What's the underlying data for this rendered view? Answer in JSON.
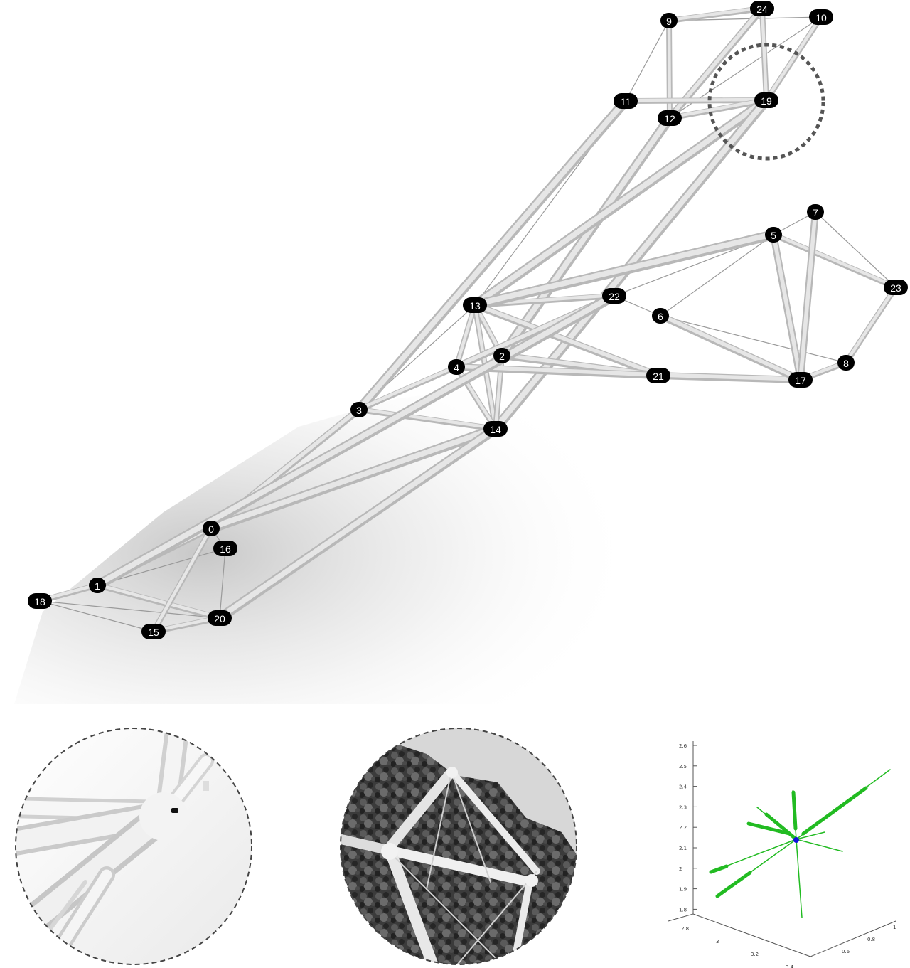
{
  "colors": {
    "node_badge": "#000000",
    "node_text": "#ffffff",
    "member_fill": "#e6e6e6",
    "member_shade": "#b8b8b8",
    "cable": "#9a9a9a",
    "detail_ring": "#555555",
    "plot_member": "#22bb22",
    "plot_node": "#1010dd"
  },
  "nodes": [
    {
      "id": "0"
    },
    {
      "id": "1"
    },
    {
      "id": "2"
    },
    {
      "id": "3"
    },
    {
      "id": "4"
    },
    {
      "id": "5"
    },
    {
      "id": "6"
    },
    {
      "id": "7"
    },
    {
      "id": "8"
    },
    {
      "id": "9"
    },
    {
      "id": "10"
    },
    {
      "id": "11"
    },
    {
      "id": "12"
    },
    {
      "id": "13"
    },
    {
      "id": "14"
    },
    {
      "id": "15"
    },
    {
      "id": "16"
    },
    {
      "id": "17"
    },
    {
      "id": "18"
    },
    {
      "id": "19"
    },
    {
      "id": "20"
    },
    {
      "id": "21"
    },
    {
      "id": "22"
    },
    {
      "id": "23"
    },
    {
      "id": "24"
    }
  ],
  "struts": [
    [
      "24",
      "12"
    ],
    [
      "9",
      "12"
    ],
    [
      "9",
      "24"
    ],
    [
      "24",
      "19"
    ],
    [
      "10",
      "19"
    ],
    [
      "11",
      "19"
    ],
    [
      "12",
      "19"
    ],
    [
      "12",
      "2"
    ],
    [
      "19",
      "13"
    ],
    [
      "19",
      "14"
    ],
    [
      "11",
      "3"
    ],
    [
      "13",
      "22"
    ],
    [
      "13",
      "2"
    ],
    [
      "13",
      "4"
    ],
    [
      "13",
      "14"
    ],
    [
      "13",
      "21"
    ],
    [
      "13",
      "5"
    ],
    [
      "22",
      "2"
    ],
    [
      "22",
      "4"
    ],
    [
      "2",
      "21"
    ],
    [
      "2",
      "14"
    ],
    [
      "4",
      "14"
    ],
    [
      "4",
      "21"
    ],
    [
      "21",
      "17"
    ],
    [
      "5",
      "17"
    ],
    [
      "5",
      "23"
    ],
    [
      "7",
      "17"
    ],
    [
      "23",
      "8"
    ],
    [
      "8",
      "17"
    ],
    [
      "6",
      "17"
    ],
    [
      "3",
      "14"
    ],
    [
      "3",
      "4"
    ],
    [
      "3",
      "0"
    ],
    [
      "14",
      "0"
    ],
    [
      "14",
      "20"
    ],
    [
      "0",
      "1"
    ],
    [
      "1",
      "20"
    ],
    [
      "20",
      "15"
    ],
    [
      "0",
      "15"
    ],
    [
      "22",
      "1"
    ],
    [
      "1",
      "18"
    ]
  ],
  "cables": [
    [
      "9",
      "11"
    ],
    [
      "9",
      "10"
    ],
    [
      "10",
      "12"
    ],
    [
      "11",
      "13"
    ],
    [
      "13",
      "3"
    ],
    [
      "22",
      "6"
    ],
    [
      "6",
      "5"
    ],
    [
      "6",
      "8"
    ],
    [
      "5",
      "7"
    ],
    [
      "7",
      "23"
    ],
    [
      "22",
      "5"
    ],
    [
      "16",
      "20"
    ],
    [
      "16",
      "1"
    ],
    [
      "18",
      "15"
    ],
    [
      "20",
      "18"
    ],
    [
      "0",
      "16"
    ]
  ],
  "highlight": {
    "node": "19"
  },
  "plot": {
    "y_ticks": [
      "2.6",
      "2.5",
      "2.4",
      "2.3",
      "2.2",
      "2.1",
      "2",
      "1.9",
      "1.8"
    ],
    "x_ticks": [
      "2.8",
      "3",
      "3.2",
      "3.4"
    ],
    "z_ticks": [
      "0.6",
      "0.8",
      "1"
    ],
    "center_node": "19"
  }
}
